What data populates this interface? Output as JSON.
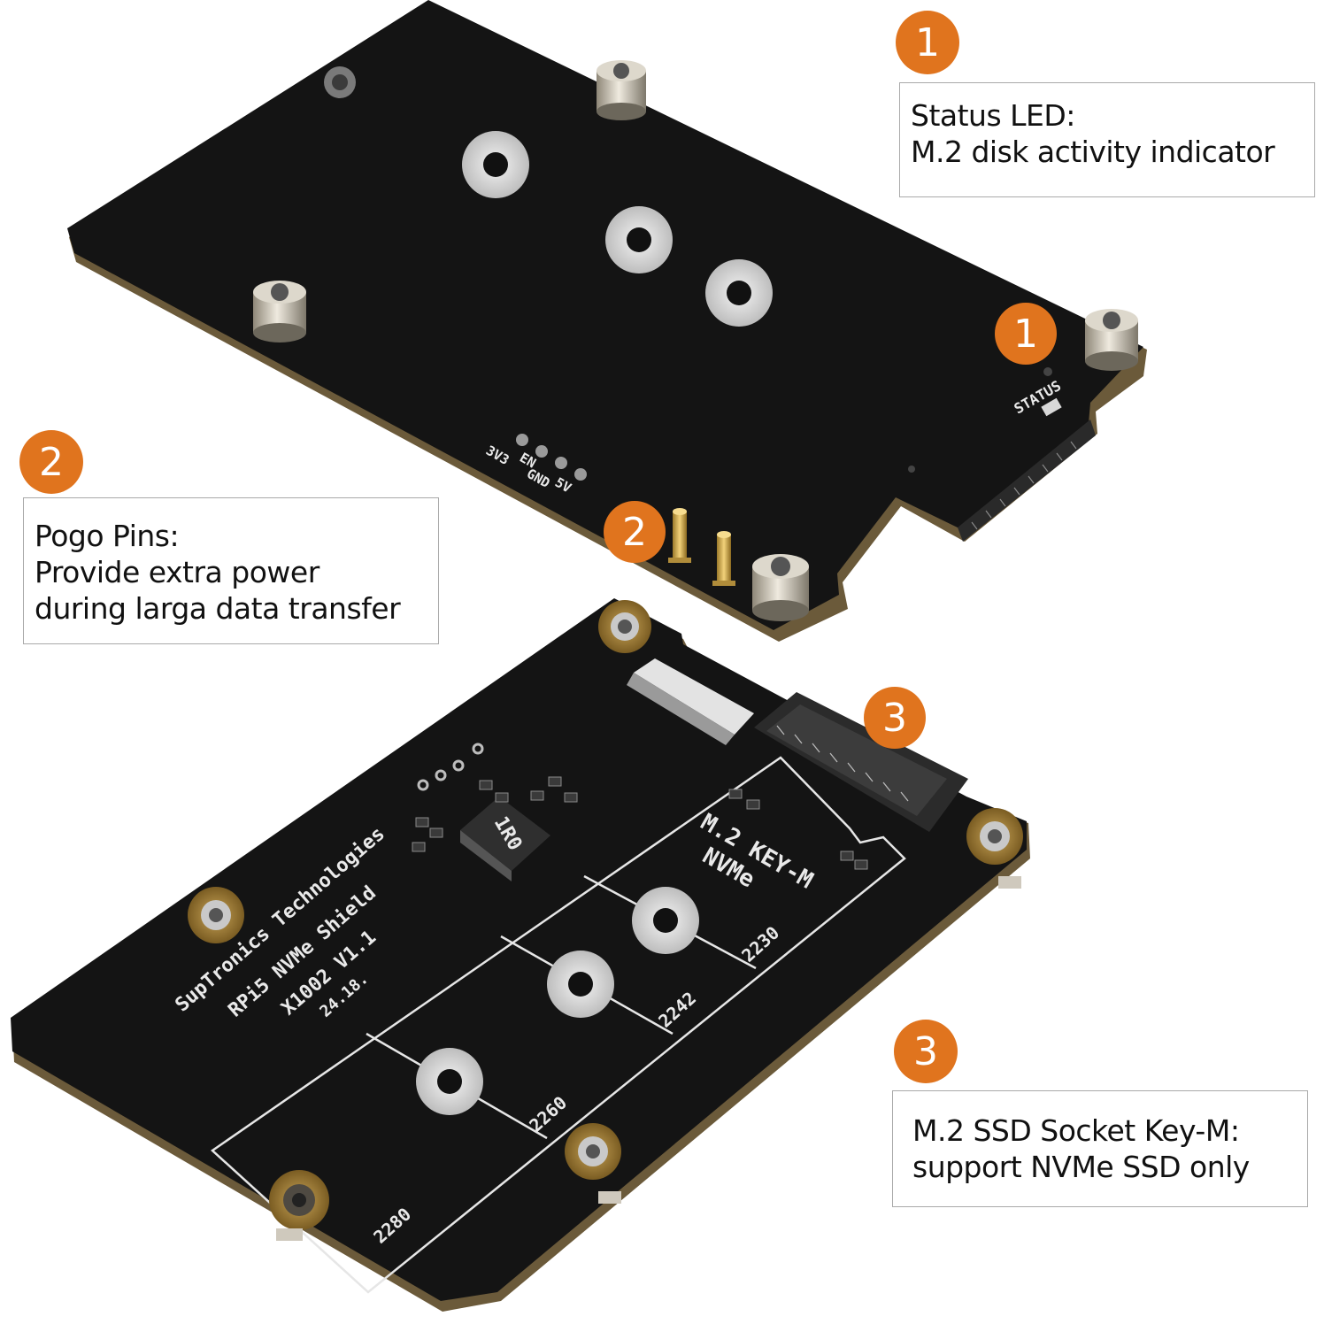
{
  "accent_color": "#e0741e",
  "callouts": [
    {
      "number": "1",
      "title": "Status LED:",
      "desc": "M.2 disk activity indicator"
    },
    {
      "number": "2",
      "title": "Pogo Pins:",
      "desc": "Provide extra power",
      "desc2": "during larga data transfer"
    },
    {
      "number": "3",
      "title": "M.2 SSD Socket Key-M:",
      "desc": "support NVMe SSD only"
    }
  ],
  "board_top": {
    "status_label": "STATUS",
    "pin_labels": [
      "3V3",
      "EN",
      "GND",
      "5V"
    ],
    "marker_1": "1",
    "marker_2": "2"
  },
  "board_bottom": {
    "marker_3": "3",
    "brand_line1": "SupTronics Technologies",
    "brand_line2": "RPi5 NVMe Shield",
    "brand_line3": "X1002 V1.1",
    "brand_line4": "24.18.",
    "socket_label1": "M.2 KEY-M",
    "socket_label2": "NVMe",
    "inductor_label": "1R0",
    "sizes": [
      "2230",
      "2242",
      "2260",
      "2280"
    ]
  }
}
